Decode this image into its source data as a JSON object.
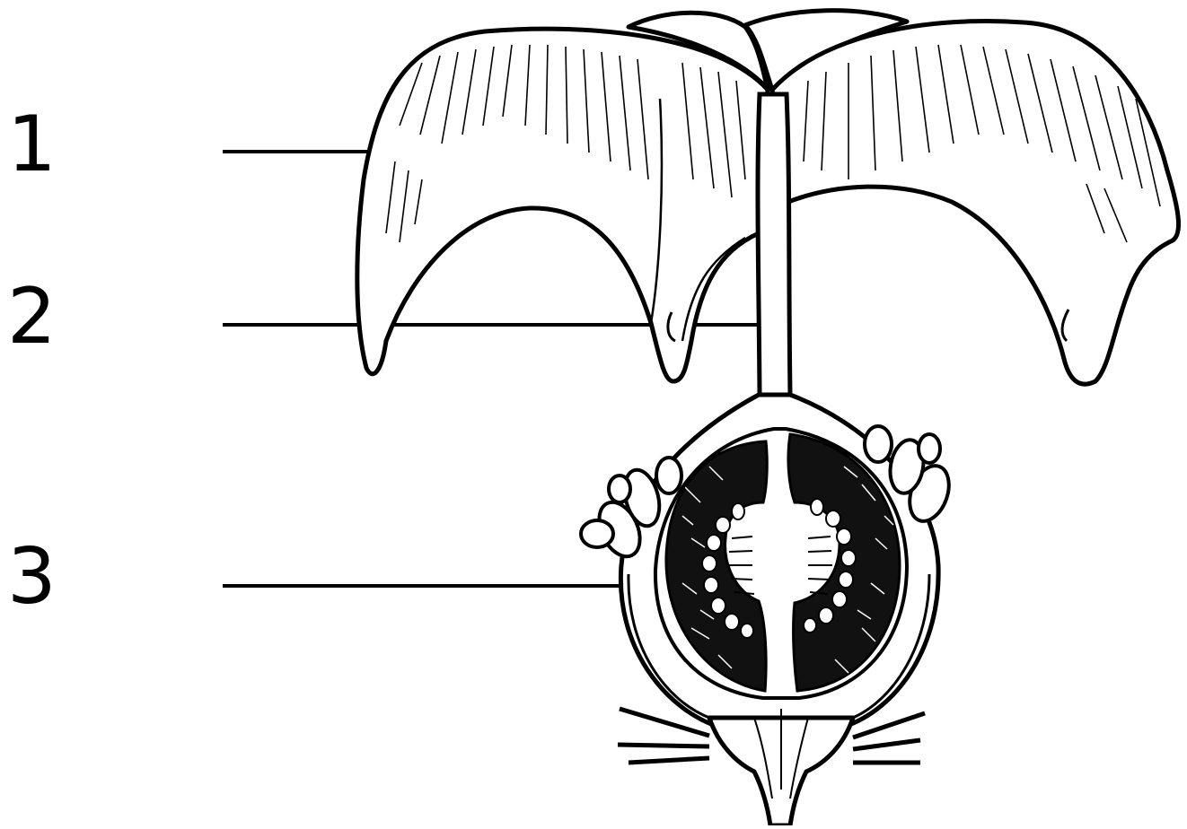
{
  "labels": [
    {
      "id": "1",
      "text": "1"
    },
    {
      "id": "2",
      "text": "2"
    },
    {
      "id": "3",
      "text": "3"
    }
  ],
  "colors": {
    "ink": "#000000",
    "paper": "#ffffff"
  }
}
